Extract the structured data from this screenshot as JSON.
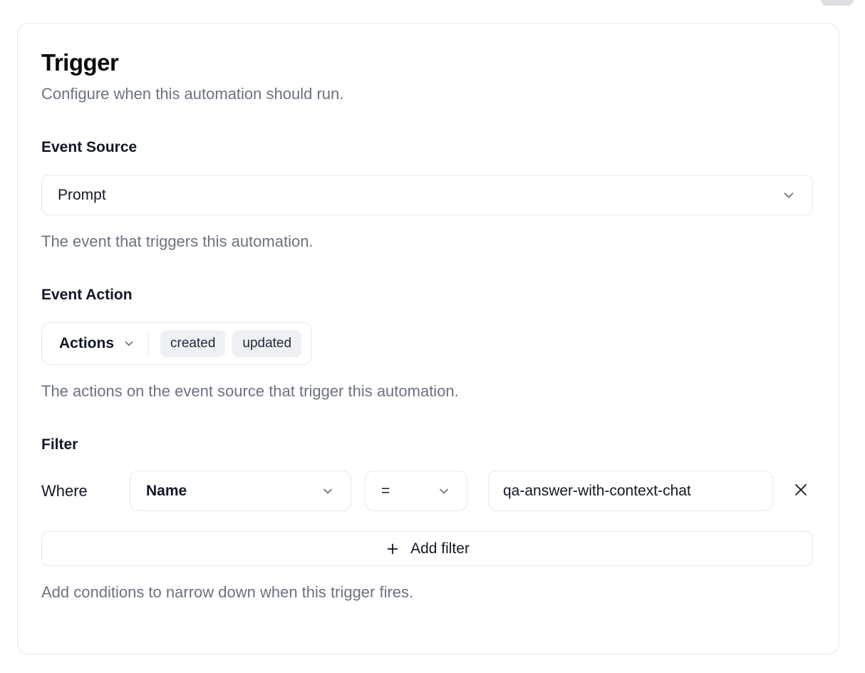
{
  "card": {
    "title": "Trigger",
    "subtitle": "Configure when this automation should run."
  },
  "event_source": {
    "label": "Event Source",
    "selected_value": "Prompt",
    "help": "The event that triggers this automation."
  },
  "event_action": {
    "label": "Event Action",
    "dropdown_label": "Actions",
    "chips": [
      "created",
      "updated"
    ],
    "help": "The actions on the event source that trigger this automation."
  },
  "filter": {
    "label": "Filter",
    "where_label": "Where",
    "field_selected": "Name",
    "operator_selected": "=",
    "value": "qa-answer-with-context-chat",
    "add_button_label": "Add filter",
    "help": "Add conditions to narrow down when this trigger fires."
  },
  "colors": {
    "border": "#e5e7eb",
    "muted_text": "#6b7280",
    "chip_bg": "#eef0f4",
    "text": "#111827"
  }
}
